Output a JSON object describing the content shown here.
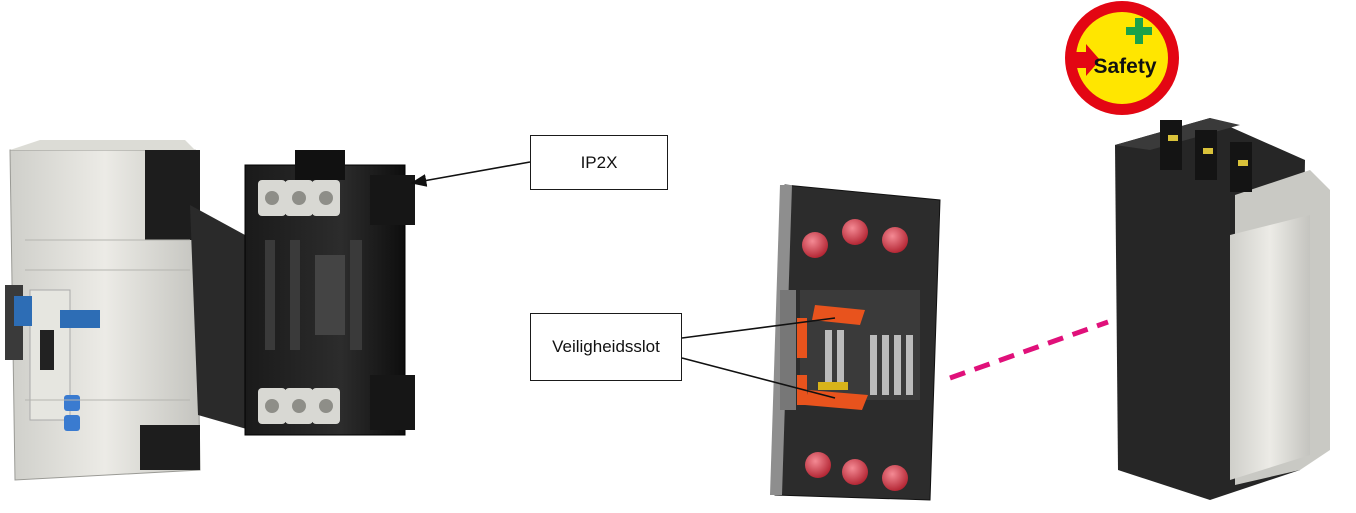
{
  "callouts": {
    "ip2x": "IP2X",
    "safety_lock": "Veiligheidsslot"
  },
  "badge": {
    "label": "Safety",
    "icon": "green-plus-icon",
    "ring_color": "#e30613",
    "fill_color": "#ffe600"
  },
  "colors": {
    "dashed_connector": "#e0107a",
    "orange_parts": "#e8531d",
    "red_terminals": "#d93a4a"
  }
}
